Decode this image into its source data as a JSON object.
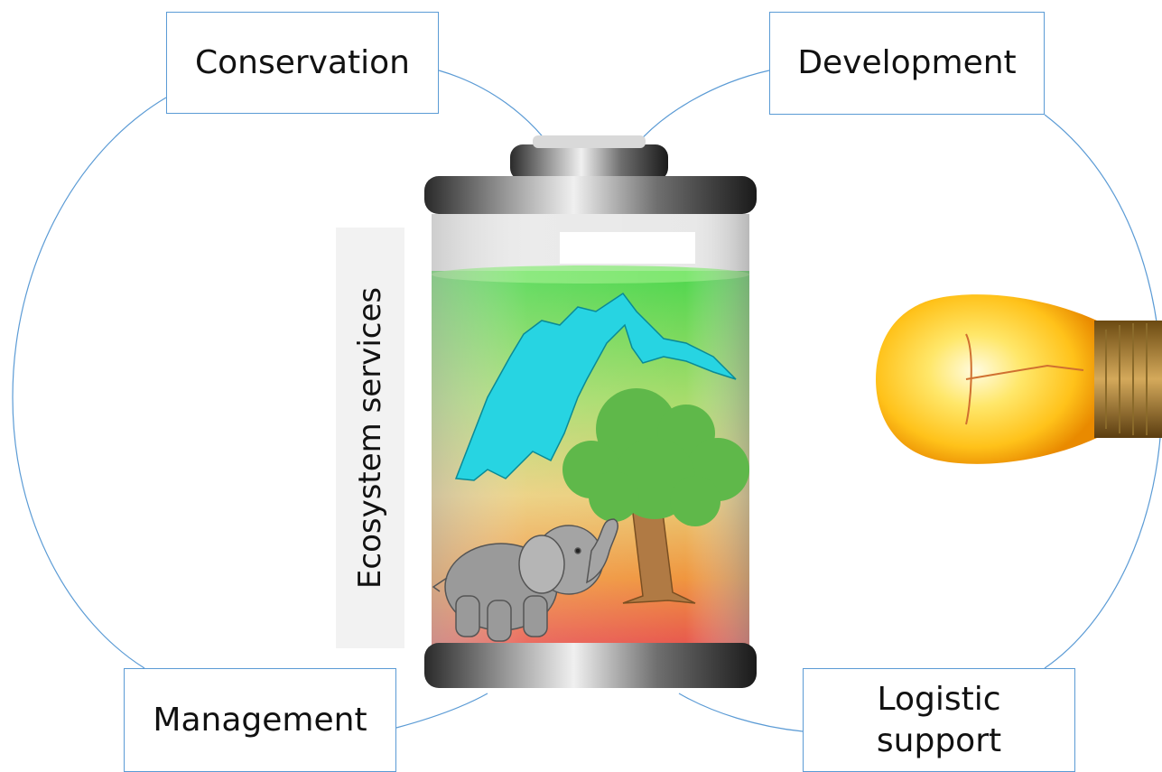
{
  "diagram": {
    "labels": {
      "conservation": "Conservation",
      "development": "Development",
      "management": "Management",
      "logistic_line1": "Logistic",
      "logistic_line2": "support",
      "battery_side": "Ecosystem services"
    },
    "colors": {
      "connector": "#5b9bd5",
      "battery_top": "#3bd13b",
      "battery_bottom": "#e8433a",
      "mountain": "#27d4e2",
      "tree_foliage": "#5fb84a",
      "tree_trunk": "#b07a44",
      "elephant": "#9a9a9a",
      "bulb_glow": "#ffd21a"
    },
    "icons": [
      "battery-icon",
      "mountain-icon",
      "tree-icon",
      "elephant-icon",
      "light-bulb-icon"
    ]
  }
}
